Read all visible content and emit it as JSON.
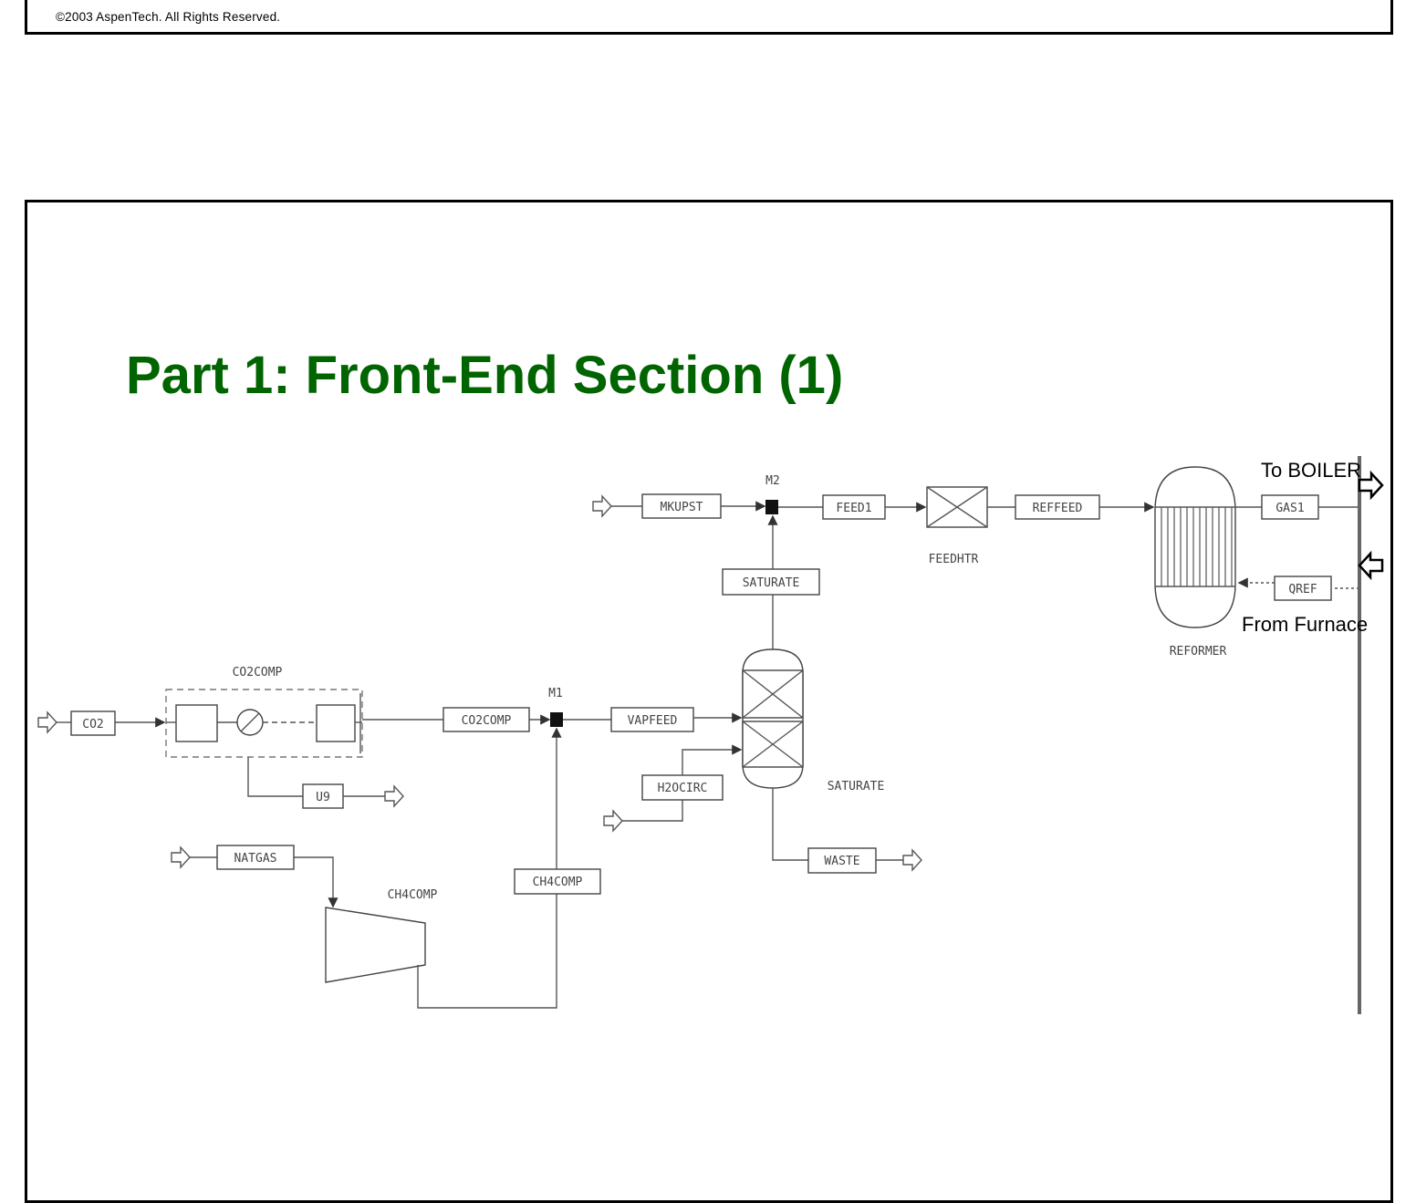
{
  "copyright": "©2003 AspenTech.  All Rights Reserved.",
  "title": "Part 1:  Front-End Section (1)",
  "streams": {
    "co2": "CO2",
    "co2comp": "CO2COMP",
    "u9": "U9",
    "natgas": "NATGAS",
    "ch4comp": "CH4COMP",
    "vapfeed": "VAPFEED",
    "h2ocirc": "H2OCIRC",
    "waste": "WASTE",
    "saturate": "SATURATE",
    "mkupst": "MKUPST",
    "feed1": "FEED1",
    "reffeed": "REFFEED",
    "gas1": "GAS1",
    "qref": "QREF"
  },
  "blocks": {
    "co2comp": "CO2COMP",
    "ch4comp": "CH4COMP",
    "m1": "M1",
    "m2": "M2",
    "saturate": "SATURATE",
    "feedhtr": "FEEDHTR",
    "reformer": "REFORMER"
  },
  "annotations": {
    "to_boiler": "To BOILER",
    "from_furnace": "From Furnace"
  }
}
